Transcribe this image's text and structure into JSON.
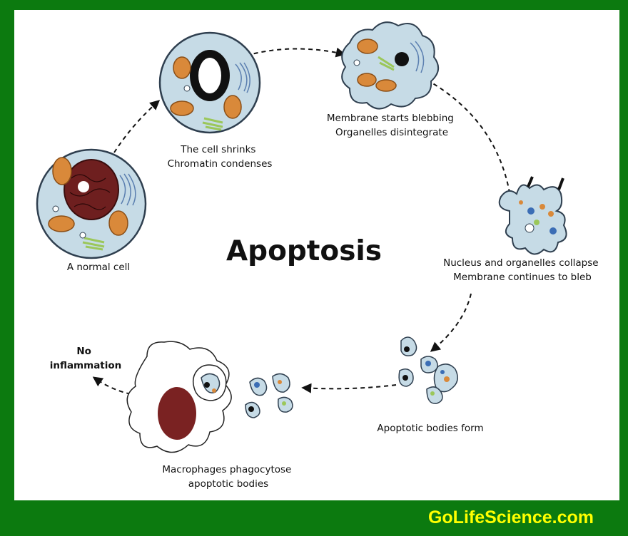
{
  "title": "Apoptosis",
  "stages": [
    {
      "id": "normal",
      "lines": [
        "A normal cell"
      ]
    },
    {
      "id": "shrinks",
      "lines": [
        "The cell shrinks",
        "Chromatin condenses"
      ]
    },
    {
      "id": "blebbing",
      "lines": [
        "Membrane starts blebbing",
        "Organelles disintegrate"
      ]
    },
    {
      "id": "collapse",
      "lines": [
        "Nucleus and organelles collapse",
        "Membrane continues to bleb"
      ]
    },
    {
      "id": "bodies",
      "lines": [
        "Apoptotic bodies form"
      ]
    },
    {
      "id": "phagocytose",
      "lines": [
        "Macrophages phagocytose",
        "apoptotic bodies"
      ]
    }
  ],
  "outcome": [
    "No",
    "inflammation"
  ],
  "site": "GoLifeScience.com",
  "colors": {
    "frame": "#0c7a0f",
    "cytoplasm": "#c6dbe6",
    "outline": "#2f3f4f",
    "nucleus": "#6e1f1f",
    "mitochondria": "#d9893a",
    "golgi": "#8bb8e0",
    "er": "#9bc75a",
    "footer_text": "#ffff00"
  }
}
